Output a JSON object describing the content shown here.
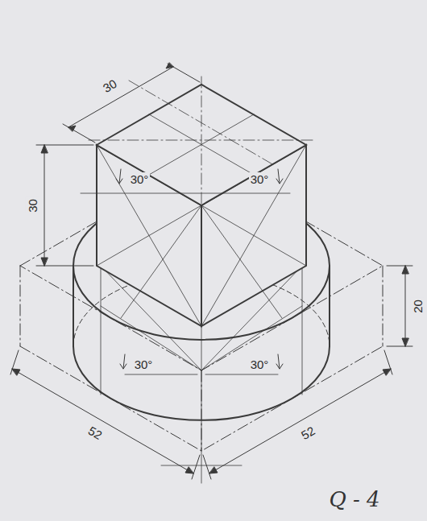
{
  "diagram": {
    "labels": [
      "30",
      "30",
      "30°",
      "30°",
      "20",
      "30°",
      "30°",
      "52",
      "52",
      "Q - 4"
    ]
  }
}
